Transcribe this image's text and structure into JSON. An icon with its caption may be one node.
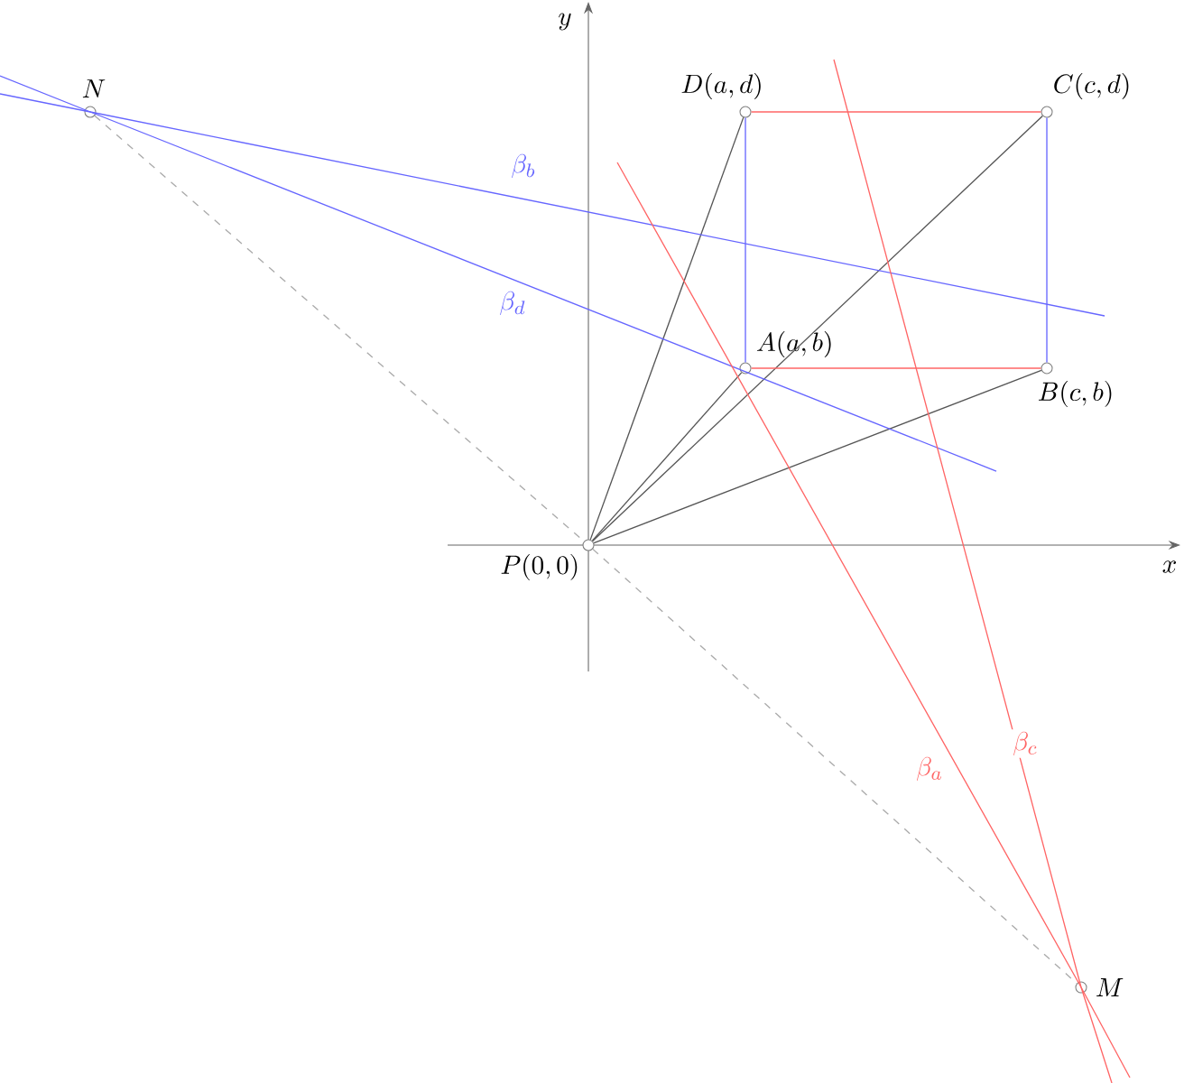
{
  "diagram": {
    "nodes": [
      {
        "text": [],
        "shape": "circle",
        "beside": [
          "N"
        ]
      },
      {
        "text": [],
        "shape": "circle",
        "beside": [
          "D(a,d)"
        ]
      },
      {
        "text": [],
        "shape": "circle",
        "beside": [
          "C(c,d)"
        ]
      },
      {
        "text": [],
        "shape": "circle",
        "beside": [
          "A(a,b)"
        ]
      },
      {
        "text": [],
        "shape": "circle",
        "beside": [
          "B(c,b)"
        ]
      },
      {
        "text": [],
        "shape": "circle",
        "beside": [
          "P(0,0)"
        ]
      },
      {
        "text": [],
        "shape": "circle",
        "beside": [
          "M"
        ]
      }
    ],
    "edges": [
      {
        "from": 5,
        "to": 1,
        "arrow": "none"
      },
      {
        "from": 5,
        "to": 3,
        "arrow": "none"
      },
      {
        "from": 5,
        "to": 2,
        "arrow": "none"
      },
      {
        "from": 5,
        "to": 4,
        "arrow": "none"
      },
      {
        "from": 1,
        "to": 2,
        "arrow": "none",
        "color": "#ff6666"
      },
      {
        "from": 3,
        "to": 4,
        "arrow": "none",
        "color": "#ff6666"
      },
      {
        "from": 1,
        "to": 3,
        "arrow": "none",
        "color": "#6666ff"
      },
      {
        "from": 2,
        "to": 4,
        "arrow": "none",
        "color": "#6666ff"
      },
      {
        "from": 0,
        "to": 5,
        "arrow": "none",
        "style": "dashed",
        "color": "#aaaaaa"
      },
      {
        "from": 5,
        "to": 6,
        "arrow": "none",
        "style": "dashed",
        "color": "#aaaaaa"
      },
      {
        "from": 0,
        "to": null,
        "arrow": "none",
        "label": "\\beta_b",
        "color": "#6666ff"
      },
      {
        "from": 0,
        "to": null,
        "arrow": "none",
        "label": "\\beta_d",
        "color": "#6666ff"
      },
      {
        "from": 6,
        "to": null,
        "arrow": "none",
        "label": "\\beta_a",
        "color": "#ff6666"
      },
      {
        "from": 6,
        "to": null,
        "arrow": "none",
        "label": "\\beta_c",
        "color": "#ff6666"
      }
    ],
    "labels": [
      "y",
      "x"
    ]
  }
}
